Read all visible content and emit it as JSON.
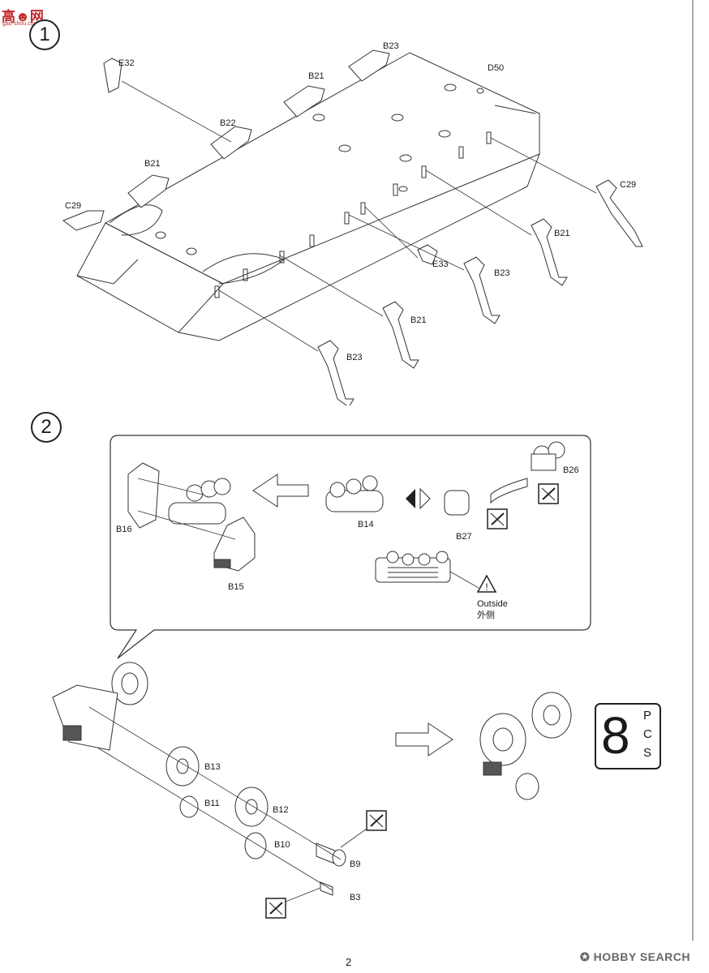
{
  "header": {
    "logo_text": "高☻网",
    "logo_url_text": "gao-shou.com"
  },
  "step1": {
    "number": "1",
    "parts": [
      "E32",
      "B23",
      "D50",
      "B21",
      "B22",
      "B21",
      "C29",
      "C29",
      "B21",
      "E33",
      "B23",
      "B21",
      "B23"
    ]
  },
  "step2": {
    "number": "2",
    "callout": {
      "parts": [
        "B16",
        "B15",
        "B14",
        "B27",
        "B26"
      ],
      "warning_text_en": "Outside",
      "warning_text_zh": "外侧"
    },
    "wheel_parts": [
      "B13",
      "B11",
      "B12",
      "B10",
      "B9",
      "B3"
    ],
    "quantity": {
      "number": "8",
      "unit_letters": [
        "P",
        "C",
        "S"
      ]
    }
  },
  "footer": {
    "page_number": "2",
    "watermark": "HOBBY SEARCH"
  },
  "colors": {
    "ink": "#333333",
    "logo_red": "#c0282d",
    "frame": "#222222"
  }
}
